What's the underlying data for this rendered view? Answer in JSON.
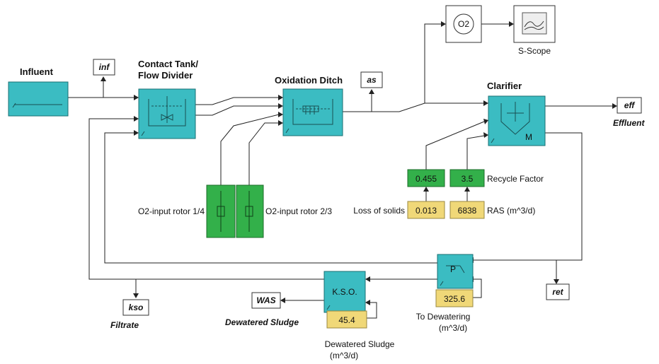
{
  "blocks": {
    "influent": {
      "title": "Influent"
    },
    "contact_tank": {
      "title_line1": "Contact Tank/",
      "title_line2": "Flow Divider"
    },
    "oxidation_ditch": {
      "title": "Oxidation Ditch"
    },
    "clarifier": {
      "title": "Clarifier",
      "symbol": "M"
    },
    "o2_meter": {
      "label": "O2"
    },
    "scope": {
      "label": "S-Scope"
    },
    "rotor1": {
      "label": "O2-input rotor 1/4"
    },
    "rotor2": {
      "label": "O2-input rotor 2/3"
    },
    "pump": {
      "symbol": "P"
    },
    "kso": {
      "label": "K.S.O."
    }
  },
  "tags": {
    "inf": "inf",
    "as": "as",
    "eff": "eff",
    "effluent_caption": "Effluent",
    "ret": "ret",
    "kso": "kso",
    "filtrate_caption": "Filtrate",
    "was": "WAS",
    "was_caption": "Dewatered Sludge"
  },
  "displays": {
    "loss_display": "0.455",
    "recycle_display": "3.5",
    "recycle_label": "Recycle Factor"
  },
  "constants": {
    "loss_of_solids": "0.013",
    "loss_label": "Loss of solids",
    "ras": "6838",
    "ras_label": "RAS (m^3/d)",
    "to_dewatering": "325.6",
    "to_dewatering_label1": "To Dewatering",
    "to_dewatering_label2": "(m^3/d)",
    "dewatered_sludge": "45.4",
    "dewatered_label1": "Dewatered Sludge",
    "dewatered_label2": "(m^3/d)"
  }
}
